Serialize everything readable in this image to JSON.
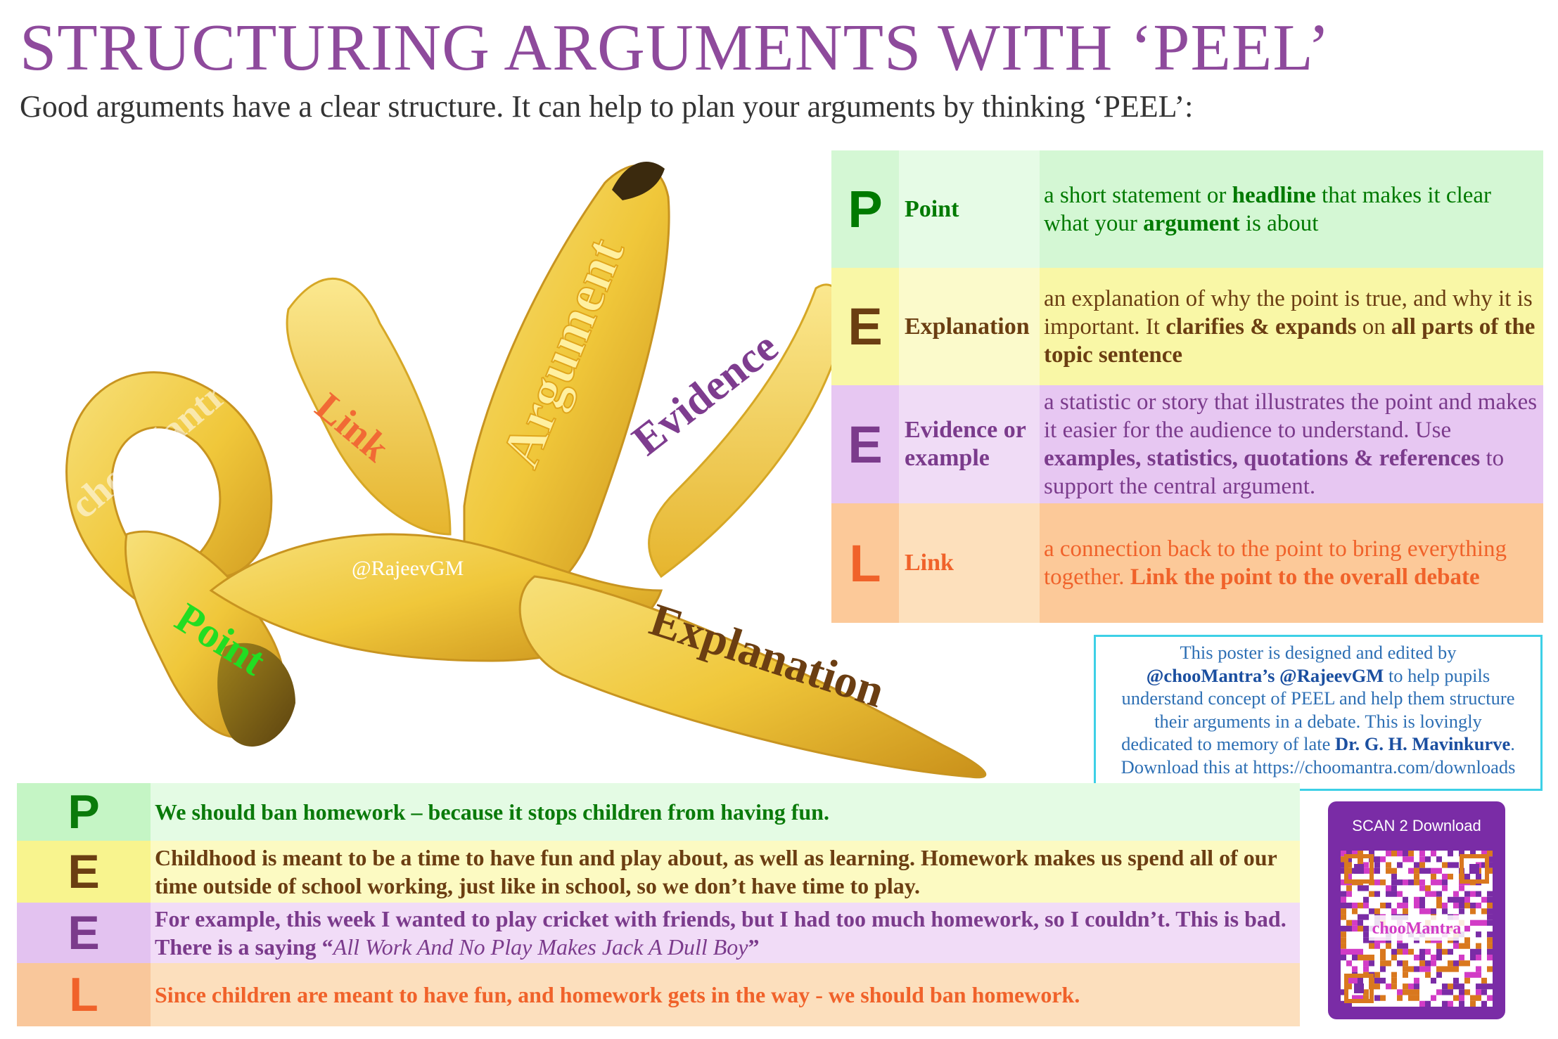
{
  "header": {
    "title": "STRUCTURING ARGUMENTS WITH ‘PEEL’",
    "subtitle": "Good arguments have a clear structure. It can help to plan your arguments by thinking ‘PEEL’:"
  },
  "banana": {
    "labels": {
      "link": "Link",
      "argument": "Argument",
      "evidence": "Evidence",
      "explanation": "Explanation",
      "point": "Point"
    },
    "watermark": "chooMantra",
    "handle": "@RajeevGM"
  },
  "definitions": [
    {
      "letter": "P",
      "term": "Point",
      "desc": [
        {
          "t": "a short statement or "
        },
        {
          "t": "headline",
          "b": true
        },
        {
          "t": " that makes it clear what your "
        },
        {
          "t": "argument",
          "b": true
        },
        {
          "t": " is about"
        }
      ],
      "bg": "#d4f7d4",
      "term_bg": "#e6fbe6",
      "desc_bg": "#d4f7d4",
      "color": "#007a00"
    },
    {
      "letter": "E",
      "term": "Explanation",
      "desc": [
        {
          "t": "an explanation of why the point is true, and why it is important. It "
        },
        {
          "t": "clarifies & expands",
          "b": true
        },
        {
          "t": " on "
        },
        {
          "t": "all parts of the topic sentence",
          "b": true
        }
      ],
      "bg": "#f9f7a6",
      "term_bg": "#fbfacb",
      "desc_bg": "#f9f7a6",
      "color": "#6b3e12"
    },
    {
      "letter": "E",
      "term": "Evidence or example",
      "desc": [
        {
          "t": "a statistic or story that illustrates the point and makes it easier for the audience to understand. Use "
        },
        {
          "t": "examples, statistics, quotations & references",
          "b": true
        },
        {
          "t": " to support the central argument."
        }
      ],
      "bg": "#e7c7f2",
      "term_bg": "#f0dcf6",
      "desc_bg": "#e7c7f2",
      "color": "#7b3b8c"
    },
    {
      "letter": "L",
      "term": "Link",
      "desc": [
        {
          "t": "a connection back to the point to bring everything together. "
        },
        {
          "t": "Link the point to the overall debate",
          "b": true
        }
      ],
      "bg": "#fcc999",
      "term_bg": "#fde0bc",
      "desc_bg": "#fcc999",
      "color": "#f0622a"
    }
  ],
  "credit": {
    "line1": "This poster is designed and edited by",
    "line2_a": "@chooMantra’s @RajeevGM",
    "line2_b": " to help pupils",
    "line3": "understand concept of PEEL and help them structure",
    "line4": "their arguments in a debate. This is lovingly",
    "line5_a": "dedicated to memory of late ",
    "line5_b": "Dr. G. H. Mavinkurve",
    "line5_c": ".",
    "line6": "Download this at https://choomantra.com/downloads"
  },
  "examples": [
    {
      "letter": "P",
      "text": [
        {
          "t": "We should ban homework – because it stops children from having fun."
        }
      ],
      "letter_bg": "#c5f5c5",
      "bg": "#e4fbe4",
      "color": "#0a7a0a"
    },
    {
      "letter": "E",
      "text": [
        {
          "t": "Childhood is meant to be a time to have fun and play about, as well as learning. Homework makes us spend all of our time outside of school working, just like in school, so we don’t have time to play."
        }
      ],
      "letter_bg": "#f8f48e",
      "bg": "#fcfac2",
      "color": "#6b3e12"
    },
    {
      "letter": "E",
      "text": [
        {
          "t": "For example, this week I wanted to play cricket with friends, but I had too much homework, so I couldn’t. This is bad. There is a saying “"
        },
        {
          "t": "All Work And No Play Makes Jack A Dull Boy",
          "i": true
        },
        {
          "t": "”"
        }
      ],
      "letter_bg": "#e3c2f0",
      "bg": "#f1dcf7",
      "color": "#7b3b8c"
    },
    {
      "letter": "L",
      "text": [
        {
          "t": "Since children are meant to have fun, and homework gets in the way - we should ban homework."
        }
      ],
      "letter_bg": "#f9c79b",
      "bg": "#fcdfbd",
      "color": "#f0622a"
    }
  ],
  "qr": {
    "label": "SCAN 2 Download",
    "brand": "chooMantra"
  },
  "colors": {
    "title": "#8e4a9c",
    "credit_border": "#3dd0e6",
    "qr_card": "#7a2ca6"
  }
}
